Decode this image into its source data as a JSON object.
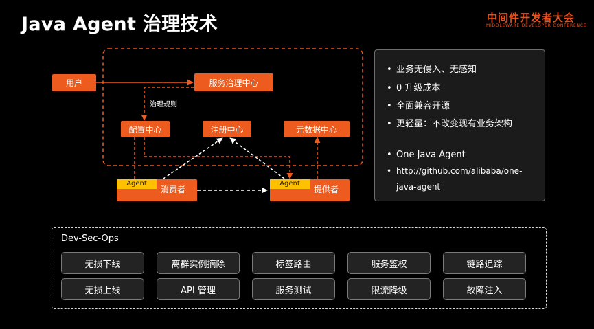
{
  "title": "Java Agent 治理技术",
  "brand": {
    "main": "中间件开发者大会",
    "sub": "MIDDLEWARE DEVELOPER CONFERENCE"
  },
  "diagram": {
    "user": "用户",
    "service_gov_center": "服务治理中心",
    "governance_rules": "治理规则",
    "config_center": "配置中心",
    "registry_center": "注册中心",
    "metadata_center": "元数据中心",
    "consumer": {
      "tag": "Agent",
      "name": "消费者"
    },
    "provider": {
      "tag": "Agent",
      "name": "提供者"
    }
  },
  "info": {
    "bullet_glyph": "•",
    "items": [
      "业务无侵入、无感知",
      "0 升级成本",
      "全面兼容开源",
      "更轻量：不改变现有业务架构",
      "One Java Agent"
    ],
    "link_line1": "http://github.com/alibaba/one-",
    "link_line2": "java-agent"
  },
  "devsecops": {
    "title": "Dev-Sec-Ops",
    "row1": [
      "无损下线",
      "离群实例摘除",
      "标签路由",
      "服务鉴权",
      "链路追踪"
    ],
    "row2": [
      "无损上线",
      "API 管理",
      "服务测试",
      "限流降级",
      "故障注入"
    ]
  },
  "colors": {
    "orange": "#ee5b1e",
    "agent_yellow": "#ffc000",
    "dashed_frame": "#ee5b1e"
  }
}
